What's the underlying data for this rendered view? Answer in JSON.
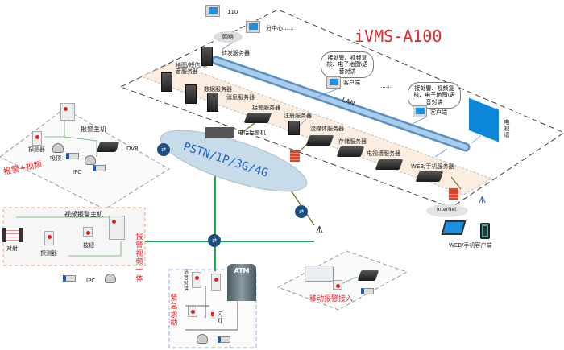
{
  "title": "iVMS-A100",
  "center": {
    "pc_110": "110",
    "branch": "分中心……",
    "network": "网络",
    "forward_server": "转发服务器",
    "lan": "LAN",
    "tv_wall": "电视墙",
    "dots": "……",
    "servers": [
      "地图/短信/录音服务器",
      "数据服务器",
      "消息服务器",
      "接警服务器",
      "注册服务器",
      "流媒体服务器",
      "存储服务器",
      "电视墙服务器",
      "WEB/手机服务器"
    ],
    "clients": [
      {
        "callout": "接处警、视频复核、电子地图\\语音对讲",
        "label": "客户端"
      },
      {
        "callout": "接处警、视频复核、电子地图\\语音对讲",
        "label": "客户端"
      }
    ]
  },
  "cloud": {
    "label": "PSTN/IP/3G/4G",
    "phone_receiver": "电话接警机"
  },
  "alarm_video": {
    "title": "报警主机",
    "tag": "报警+视频",
    "detector": "探测器",
    "ceiling": "吸顶",
    "dvr": "DVR",
    "ipc": "IPC"
  },
  "integrated": {
    "title": "视频报警主机",
    "tag": "报警视频一体",
    "beam": "对射",
    "detector": "探测器",
    "button": "按钮",
    "ipc": "IPC"
  },
  "emergency": {
    "tag": "紧急求助",
    "intercom": "语音对讲",
    "flash": "闪灯",
    "atm": "ATM"
  },
  "mobile": {
    "tag": "移动报警接入"
  },
  "web": {
    "internet": "InterNet",
    "client": "WEB/手机客户端"
  },
  "colors": {
    "title": "#e8262a",
    "lan": "#7fb0d8",
    "link": "#1fa84f",
    "band": "#fbeee0"
  }
}
